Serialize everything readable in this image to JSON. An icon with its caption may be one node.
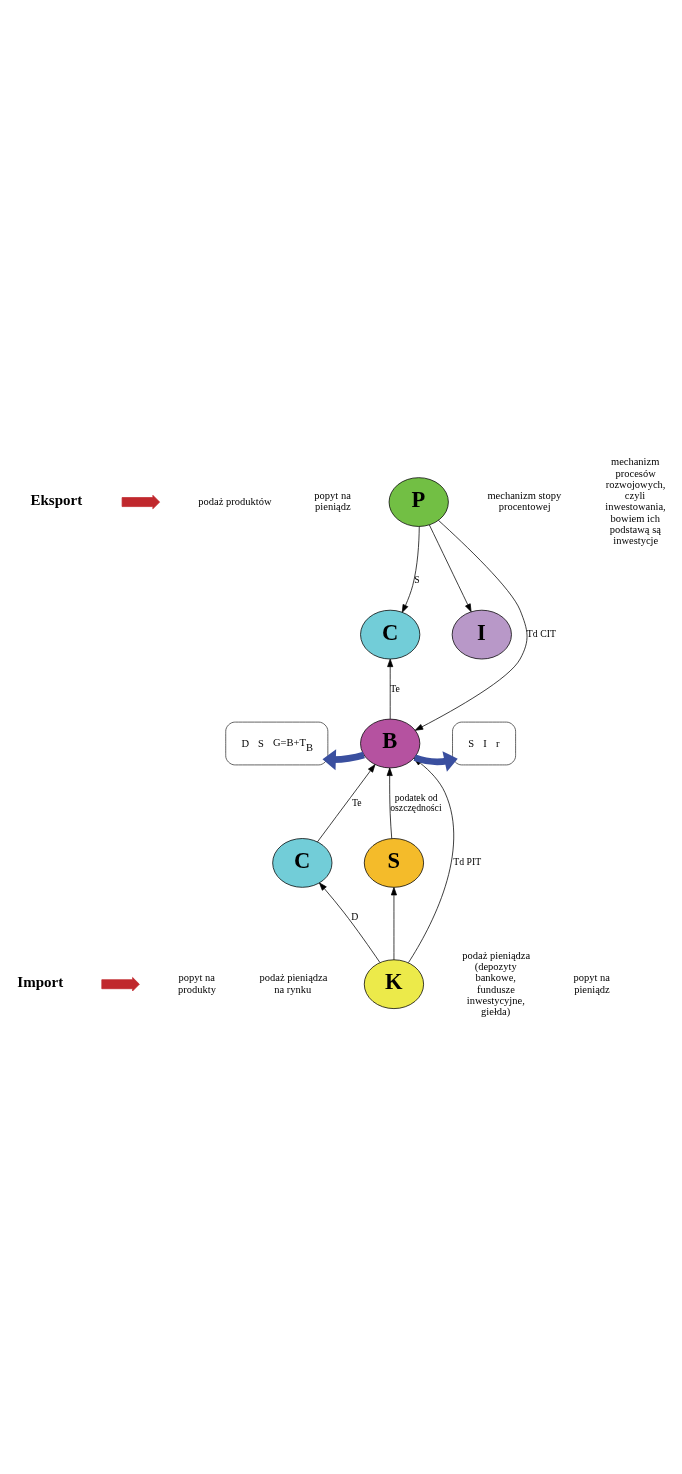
{
  "diagram": {
    "nodes": [
      {
        "text": [
          "K"
        ]
      },
      {
        "text": [
          "C"
        ]
      },
      {
        "text": [
          "S"
        ]
      },
      {
        "text": [
          "D",
          "S",
          "G=B+T$_{B}$"
        ]
      },
      {
        "text": [
          "B"
        ]
      },
      {
        "text": [
          "S",
          "I",
          "r"
        ]
      },
      {
        "text": [
          "C"
        ]
      },
      {
        "text": [
          "I"
        ]
      },
      {
        "text": [
          "P"
        ]
      }
    ],
    "edges": [
      {
        "from": 0,
        "to": 1,
        "arrow": "to",
        "label": "D"
      },
      {
        "from": 0,
        "to": 2,
        "arrow": "to"
      },
      {
        "from": 0,
        "to": 4,
        "arrow": "to",
        "label": "Td PIT"
      },
      {
        "from": 1,
        "to": 4,
        "arrow": "to",
        "label": "Te"
      },
      {
        "from": 2,
        "to": 4,
        "arrow": "to",
        "label": "podatek od oszczędności"
      },
      {
        "from": 4,
        "to": 3,
        "arrow": "to",
        "style": "thick",
        "color": "#3a4f9f"
      },
      {
        "from": 4,
        "to": 5,
        "arrow": "to",
        "style": "thick",
        "color": "#3a4f9f"
      },
      {
        "from": 4,
        "to": 6,
        "arrow": "to",
        "label": "Te"
      },
      {
        "from": 8,
        "to": 4,
        "arrow": "to",
        "label": "Td CIT"
      },
      {
        "from": 8,
        "to": 6,
        "arrow": "to",
        "label": "S"
      },
      {
        "from": 8,
        "to": 7,
        "arrow": "to"
      }
    ],
    "labels": [
      "Import",
      "popyt na produkty",
      "podaż pieniądza na rynku",
      "podaż pieniądza (depozyty bankowe, fundusze inwestycyjne, giełda)",
      "popyt na pieniądz",
      "Eksport",
      "podaż produktów",
      "popyt na pieniądz",
      "mechanizm stopy procentowej",
      "mechanizm procesów rozwojowych, czyli inwestowania, bowiem ich podstawą są inwestycje"
    ]
  }
}
